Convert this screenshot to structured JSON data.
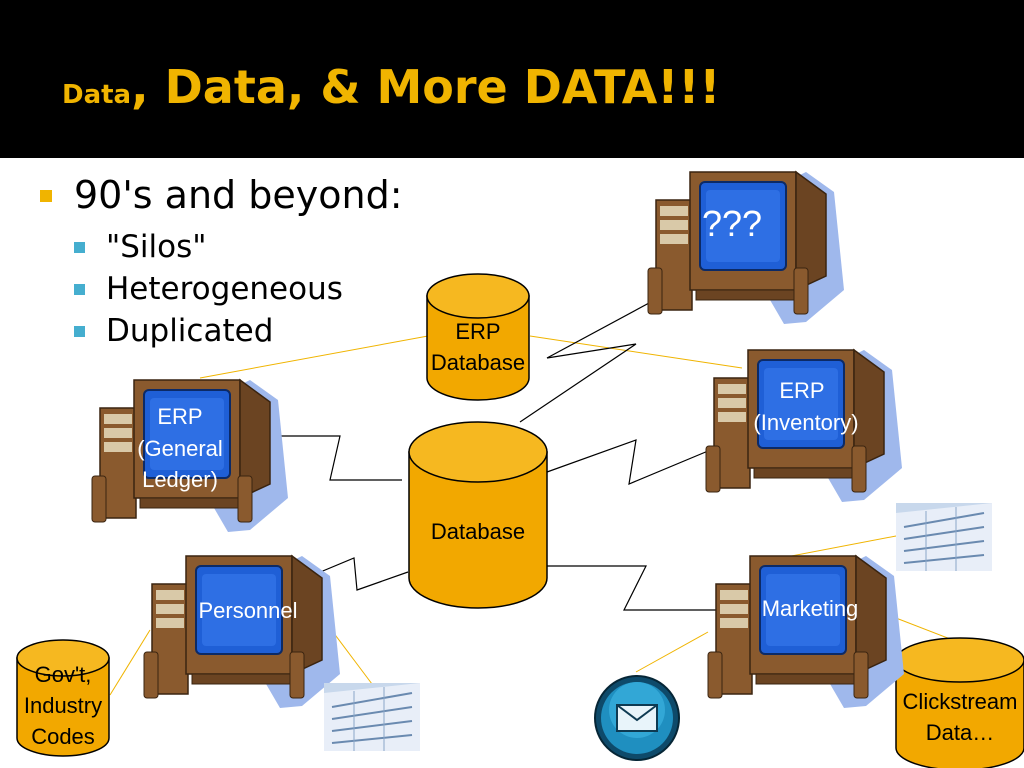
{
  "title": {
    "part1": "Data",
    "part2": ", Data, & More DATA!!!"
  },
  "bullets": {
    "level1": "90's and beyond:",
    "level2": [
      "\"Silos\"",
      "Heterogeneous",
      "Duplicated"
    ]
  },
  "nodes": {
    "erp_database": [
      "ERP",
      "Database"
    ],
    "database": "Database",
    "govt_codes": [
      "Gov't,",
      "Industry",
      "Codes"
    ],
    "clickstream": [
      "Clickstream",
      "Data…"
    ],
    "unknown_pc": "???",
    "erp_inventory": [
      "ERP",
      "(Inventory)"
    ],
    "erp_general_ledger": [
      "ERP",
      "(General",
      "Ledger)"
    ],
    "personnel": "Personnel",
    "marketing": "Marketing"
  },
  "colors": {
    "accent_gold": "#f0b400",
    "cylinder_fill": "#f2a800",
    "bullet_blue": "#45aecf",
    "screen_blue": "#1f5fd6",
    "monitor_brown": "#8a5a2e",
    "shadow_blue": "#9fb8ec"
  },
  "icons": {
    "email": "envelope-icon",
    "report": "printed-report-icon"
  }
}
